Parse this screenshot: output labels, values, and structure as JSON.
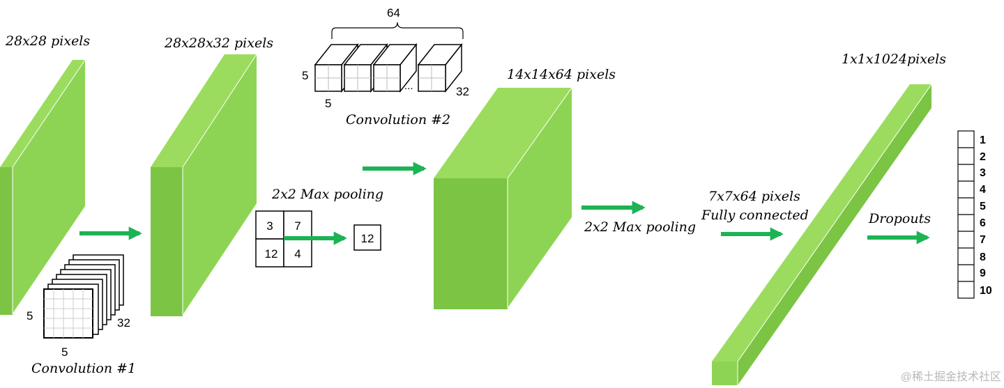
{
  "layers": {
    "input": "28x28 pixels",
    "conv1_out": "28x28x32 pixels",
    "pool1_out": "14x14x64 pixels",
    "fc": "1x1x1024pixels",
    "pool2_out_line1": "7x7x64 pixels",
    "pool2_out_line2": "Fully connected"
  },
  "conv1": {
    "title": "Convolution #1",
    "kernel_w": "5",
    "kernel_h": "5",
    "depth": "32"
  },
  "conv2": {
    "title": "Convolution #2",
    "kernel_w": "5",
    "kernel_h": "5",
    "depth": "32",
    "count": "64",
    "ellipsis": "..."
  },
  "pool_demo": {
    "title": "2x2 Max pooling",
    "cells": [
      "3",
      "7",
      "12",
      "4"
    ],
    "result": "12"
  },
  "pool2_label": "2x2 Max pooling",
  "dropout_label": "Dropouts",
  "outputs": [
    "1",
    "2",
    "3",
    "4",
    "5",
    "6",
    "7",
    "8",
    "9",
    "10"
  ],
  "watermark": "@稀土掘金技术社区",
  "colors": {
    "block_face": "#8ed454",
    "block_top": "#9bdc5e",
    "block_side": "#7cc444",
    "arrow": "#1db354"
  }
}
